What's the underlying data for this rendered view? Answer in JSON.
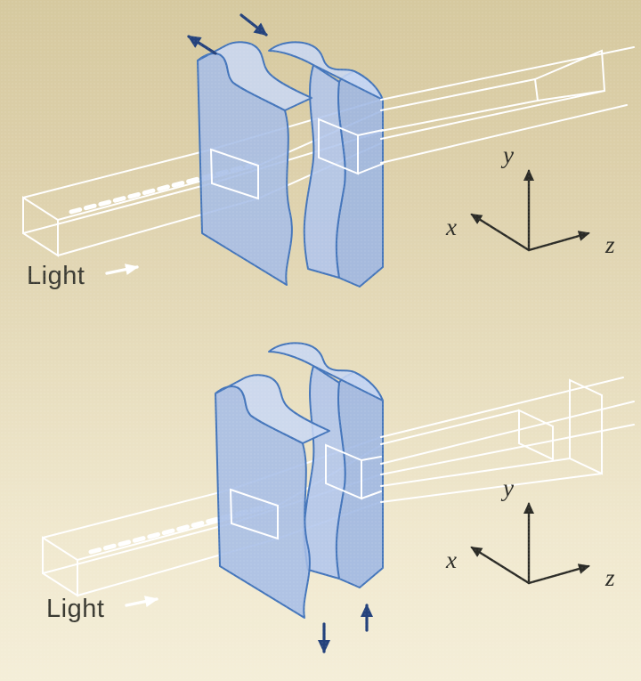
{
  "figure": {
    "upper": {
      "light_label": "Light",
      "axes": {
        "x": "x",
        "y": "y",
        "z": "z"
      }
    },
    "lower": {
      "light_label": "Light",
      "axes": {
        "x": "x",
        "y": "y",
        "z": "z"
      }
    },
    "colors": {
      "background_top": "#d6c99f",
      "background_bottom": "#f4eed8",
      "plate_fill": "#a6bde6",
      "plate_fill_light": "#c8d7f2",
      "plate_fill_band": "#b1c5ec",
      "plate_fill_side": "#9db6e2",
      "plate_outline": "#4576bb",
      "arrow_navy": "#24427c",
      "beam_white": "#ffffff",
      "axis_ink": "#2b2b26",
      "text_ink": "#3a3a32"
    }
  }
}
